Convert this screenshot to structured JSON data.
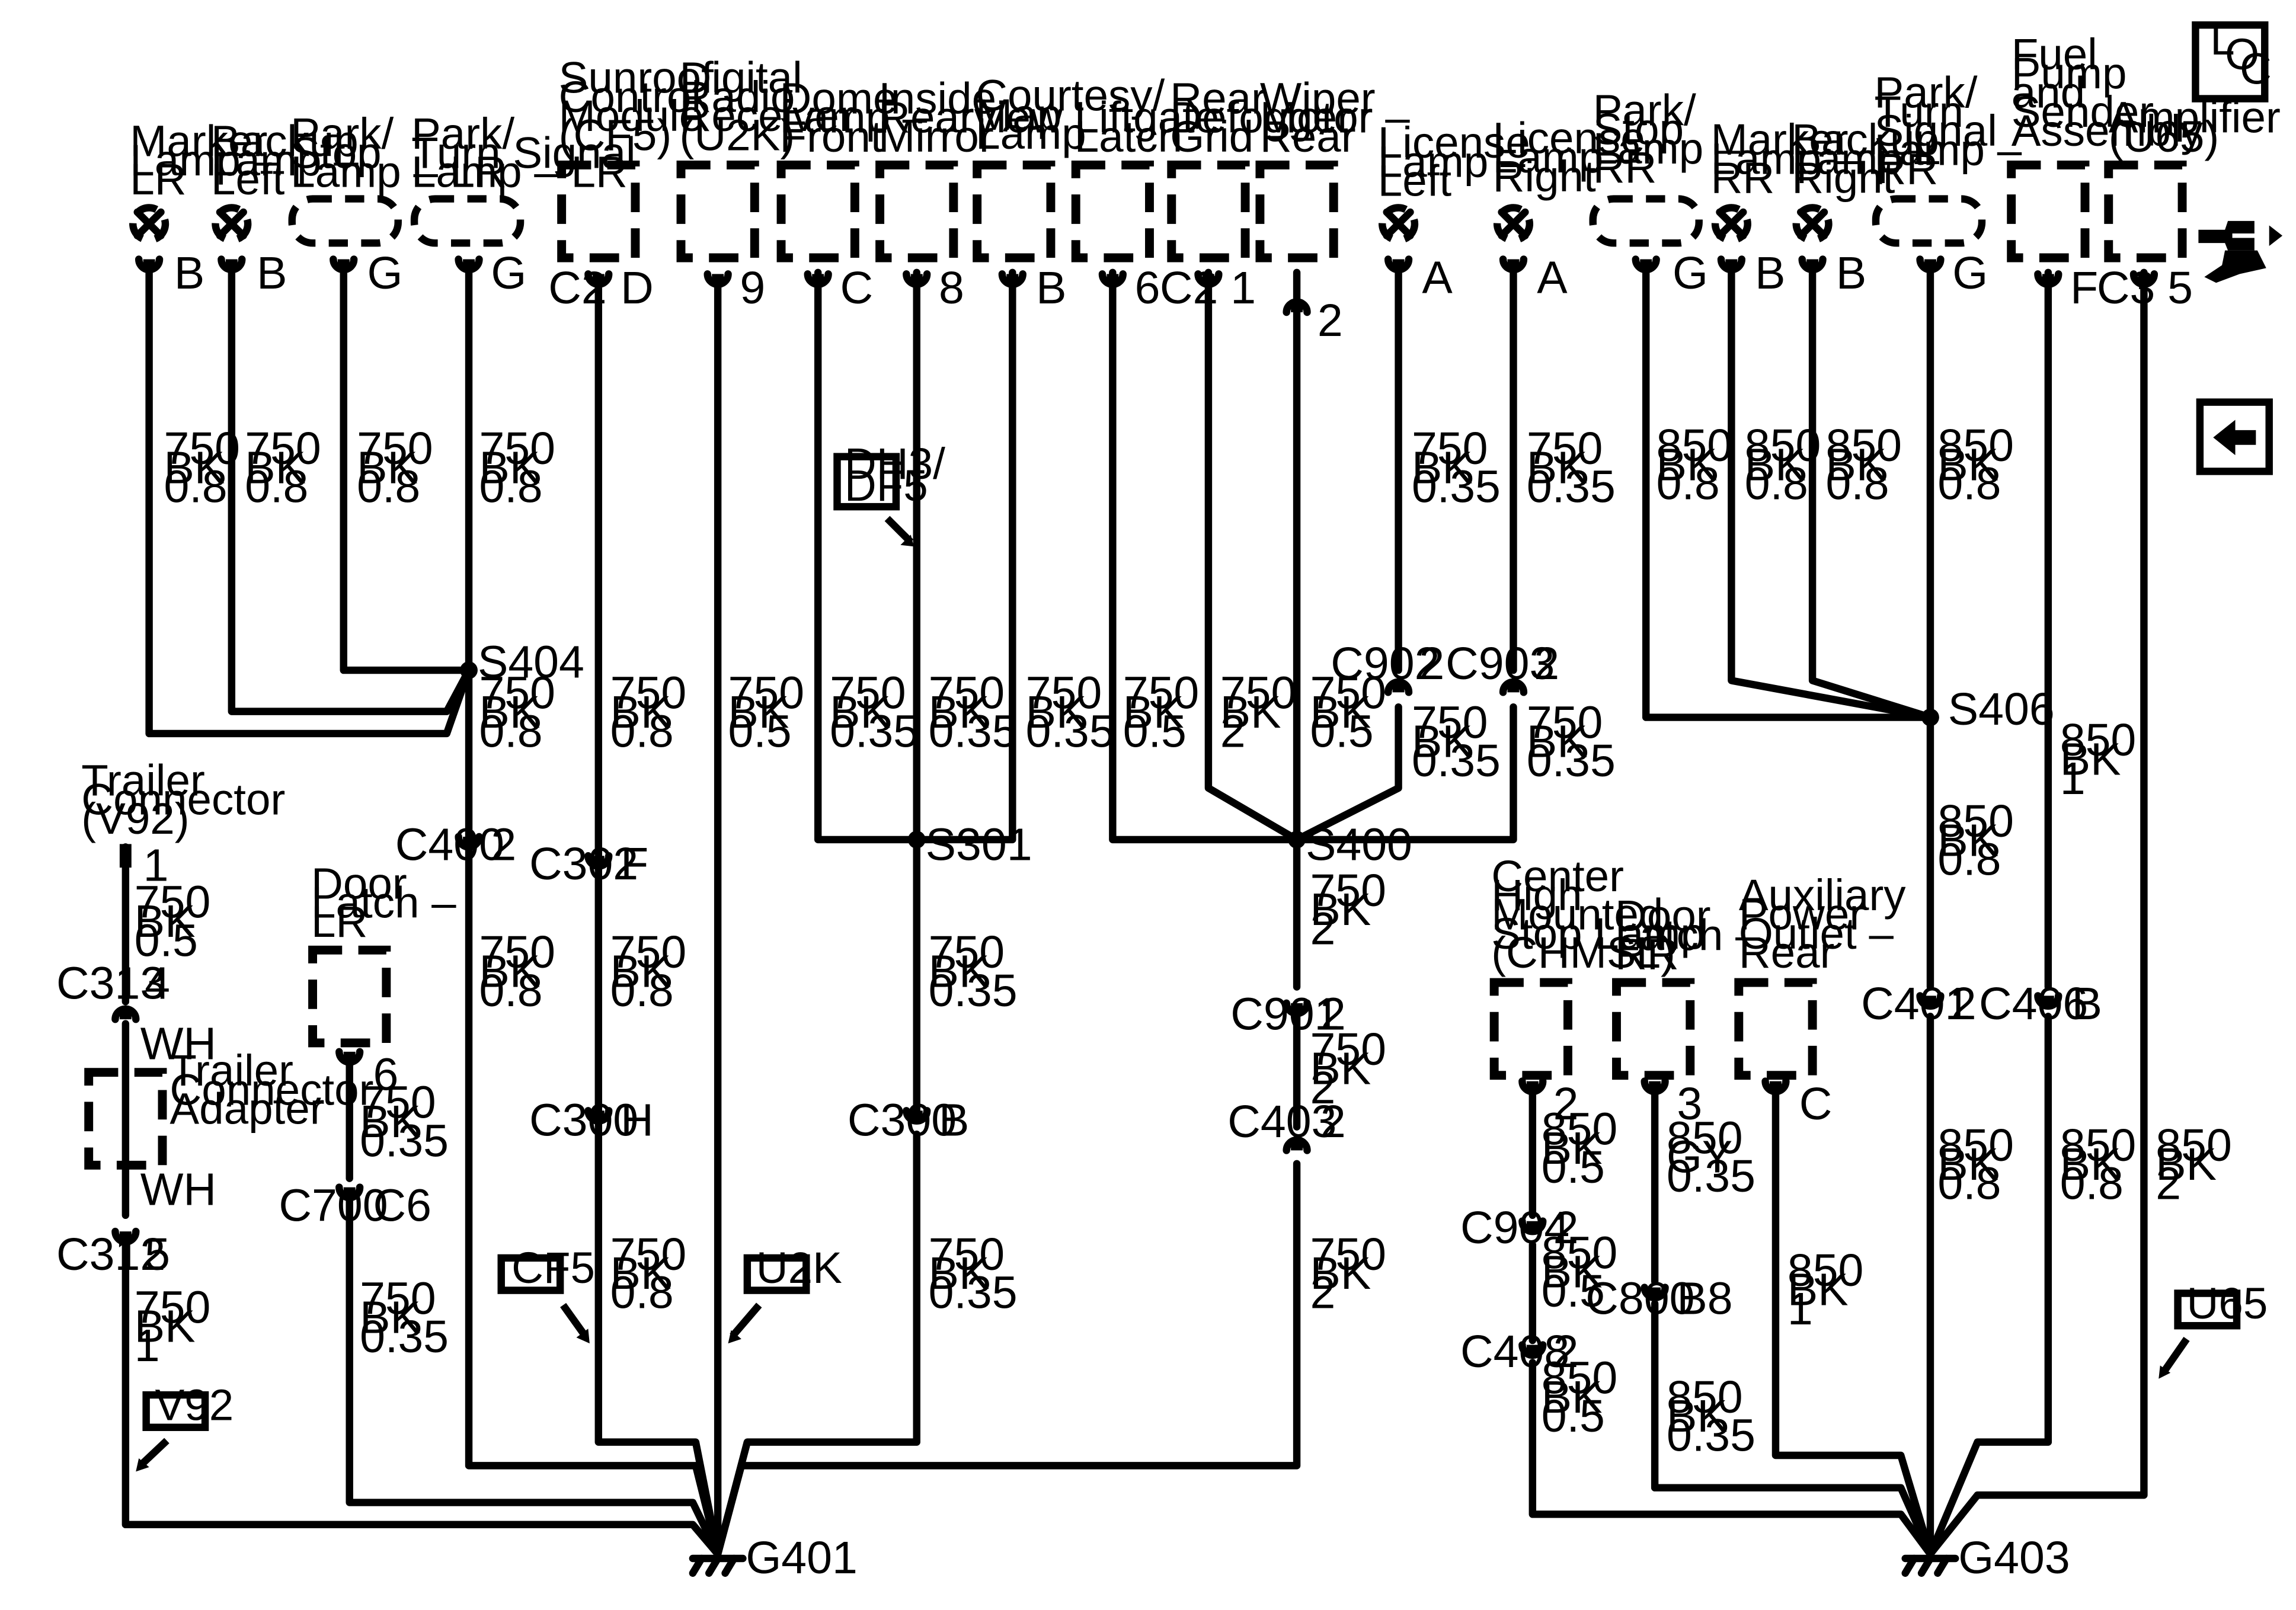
{
  "components": {
    "marker_lamp_lr": [
      "Marker",
      "Lamp –",
      "LR"
    ],
    "backup_lamp_left": [
      "Backup",
      "Lamp –",
      "Left"
    ],
    "park_stop_lamp_lr": [
      "Park/",
      "Stop",
      "Lamp – LR"
    ],
    "park_turn_lamp_lr": [
      "Park/",
      "Turn Signal",
      "Lamp – LR"
    ],
    "sunroof_module": [
      "Sunroof",
      "Control",
      "Module",
      "(CF5)"
    ],
    "digital_radio": [
      "Digital",
      "Radio",
      "Receiver",
      "(U2K)"
    ],
    "dome_lamp": [
      "Dome",
      "Lamp –",
      "Front"
    ],
    "inside_mirror": [
      "Inside",
      "Rearview",
      "Mirror"
    ],
    "courtesy_lamp": [
      "Courtesy/",
      "Map",
      "Lamp"
    ],
    "liftgate_latch": [
      "Liftgate",
      "Latch"
    ],
    "rear_defogger": [
      "Rear",
      "Defogger",
      "Grid"
    ],
    "wiper_motor": [
      "Wiper",
      "Motor –",
      "Rear"
    ],
    "license_left": [
      "License",
      "Lamp –",
      "Left"
    ],
    "license_right": [
      "License",
      "Lamp –",
      "Right"
    ],
    "park_stop_lamp_rr": [
      "Park/",
      "Stop",
      "Lamp –",
      "RR"
    ],
    "marker_lamp_rr": [
      "Marker",
      "Lamp –",
      "RR"
    ],
    "backup_lamp_right": [
      "Backup",
      "Lamp –",
      "Right"
    ],
    "park_turn_lamp_rr": [
      "Park/",
      "Turn",
      "Signal",
      "Lamp –",
      "RR"
    ],
    "fuel_pump": [
      "Fuel",
      "Pump",
      "and",
      "Sender",
      "Assembly"
    ],
    "amplifier": [
      "Amplifier",
      "(U65)"
    ],
    "trailer_connector": [
      "Trailer",
      "Connector",
      "(V92)"
    ],
    "trailer_adapter": [
      "Trailer",
      "Connector",
      "Adapter"
    ],
    "door_latch_lr": [
      "Door",
      "Latch –",
      "LR"
    ],
    "chmsl": [
      "Center",
      "High",
      "Mounted",
      "Stop Lamp",
      "(CHMSL)"
    ],
    "door_latch_rr": [
      "Door",
      "Latch –",
      "RR"
    ],
    "aux_outlet": [
      "Auxiliary",
      "Power",
      "Outlet –",
      "Rear"
    ]
  },
  "wires": {
    "w750_08": [
      "750",
      "BK",
      "0.8"
    ],
    "w750_035": [
      "750",
      "BK",
      "0.35"
    ],
    "w750_05": [
      "750",
      "BK",
      "0.5"
    ],
    "w750_2": [
      "750",
      "BK",
      "2"
    ],
    "w850_08": [
      "850",
      "BK",
      "0.8"
    ],
    "w850_05": [
      "850",
      "BK",
      "0.5"
    ],
    "w850_1": [
      "850",
      "BK",
      "1"
    ],
    "w850_2": [
      "850",
      "BK",
      "2"
    ],
    "w850_gy": [
      "850",
      "GY",
      "0.35"
    ],
    "w850_035": [
      "850",
      "BK",
      "0.35"
    ],
    "wh": "WH"
  },
  "pins": {
    "B": "B",
    "G": "G",
    "D": "D",
    "C": "C",
    "A": "A",
    "F": "F",
    "H": "H",
    "p1": "1",
    "p2": "2",
    "p3": "3",
    "p4": "4",
    "p5": "5",
    "p6": "6",
    "p8": "8",
    "p9": "9",
    "C6": "C6",
    "B8": "B8"
  },
  "connectors": {
    "C2": "C2",
    "C3": "C3",
    "C300": "C300",
    "C302": "C302",
    "C312": "C312",
    "C313": "C313",
    "C400": "C400",
    "C401": "C401",
    "C403": "C403",
    "C406": "C406",
    "C408": "C408",
    "C700": "C700",
    "C800": "C800",
    "C901": "C901",
    "C902": "C902",
    "C903": "C903",
    "C904": "C904"
  },
  "splices": {
    "S301": "S301",
    "S400": "S400",
    "S404": "S404",
    "S406": "S406"
  },
  "grounds": {
    "G401": "G401",
    "G403": "G403"
  },
  "option_tags": {
    "DH3": "DH3/",
    "DF5": "DF5",
    "CF5": "CF5",
    "U2K": "U2K",
    "V92": "V92",
    "U65": "U65"
  },
  "nav": {
    "loc_L": "L",
    "loc_O": "O",
    "loc_C": "C"
  },
  "colors": {
    "ink": "#000000",
    "paper": "#ffffff"
  },
  "icons": {
    "locator": "loc-icon",
    "back": "back-arrow-icon",
    "splice_pack": "harness-icon"
  }
}
